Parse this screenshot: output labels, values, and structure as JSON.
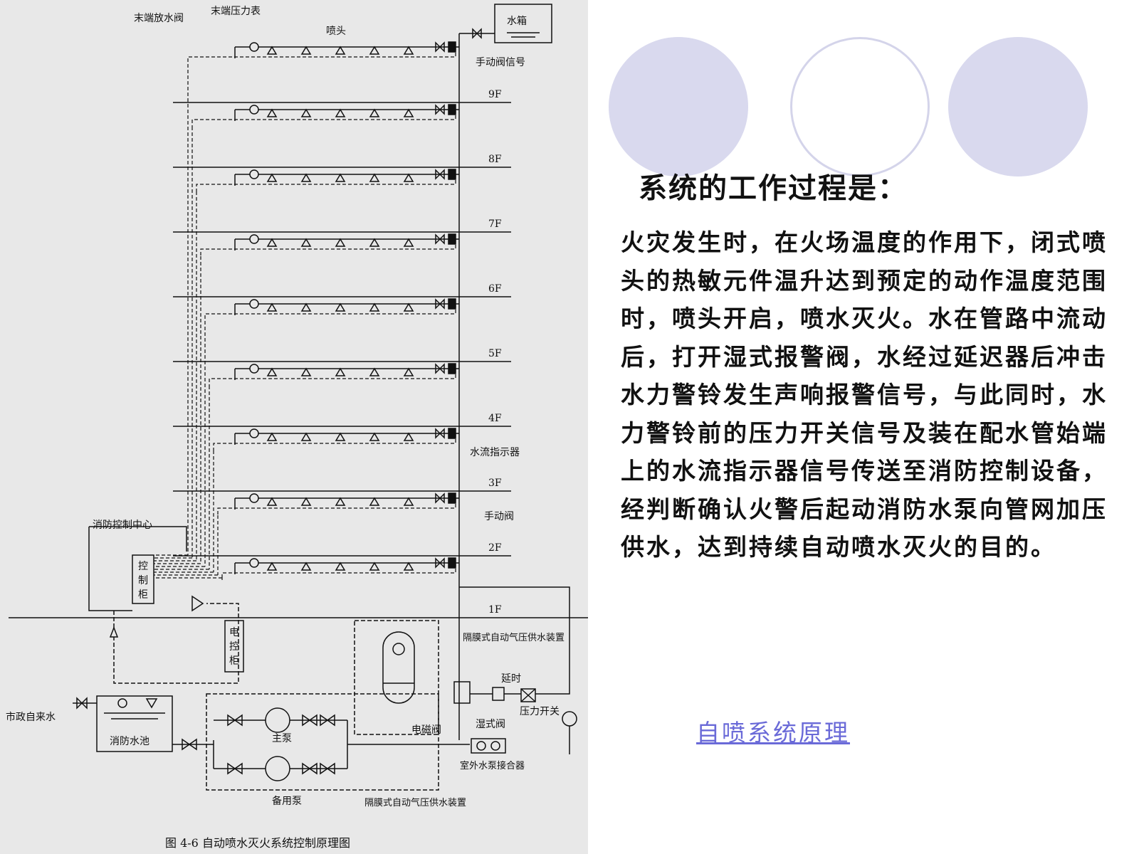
{
  "slide": {
    "heading": "系统的工作过程是：",
    "body": "火灾发生时，在火场温度的作用下，闭式喷头的热敏元件温升达到预定的动作温度范围时，喷头开启，喷水灭火。水在管路中流动后，打开湿式报警阀，水经过延迟器后冲击水力警铃发生声响报警信号，与此同时，水力警铃前的压力开关信号及装在配水管始端上的水流指示器信号传送至消防控制设备，经判断确认火警后起动消防水泵向管网加压供水，达到持续自动喷水灭火的目的。",
    "link_text": "自喷系统原理",
    "colors": {
      "circle": "#d9d9ee",
      "circle_ring": "#d4d4ea",
      "link": "#6a6ad8",
      "diagram_bg": "#e8e8e8"
    }
  },
  "diagram": {
    "caption": "图 4-6   自动喷水灭火系统控制原理图",
    "floors": [
      "9F",
      "8F",
      "7F",
      "6F",
      "5F",
      "4F",
      "3F",
      "2F",
      "1F"
    ],
    "labels": {
      "end_drain_valve": "末端放水阀",
      "end_pressure_gauge": "末端压力表",
      "sprinkler": "喷头",
      "water_tank": "水箱",
      "manual_valve_signal": "手动阀信号",
      "flow_indicator": "水流指示器",
      "manual_valve": "手动阀",
      "fire_control_center": "消防控制中心",
      "control_cabinet": "控制柜",
      "electric_cabinet": "电控柜",
      "diaphragm_device": "隔膜式自动气压供水装置",
      "diaphragm_device_bottom": "隔膜式自动气压供水装置",
      "delay": "延时",
      "wet_valve": "湿式阀",
      "pressure_switch": "压力开关",
      "solenoid_valve": "电磁阀",
      "municipal_water": "市政自来水",
      "fire_pool": "消防水池",
      "main_pump": "主泵",
      "standby_pump": "备用泵",
      "outdoor_connector": "室外水泵接合器"
    }
  }
}
